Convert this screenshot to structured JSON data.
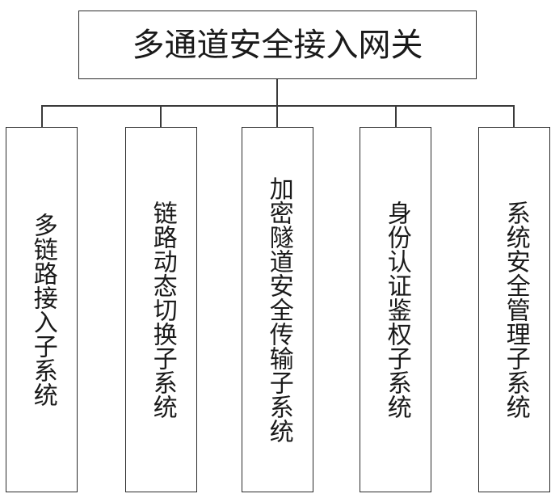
{
  "diagram": {
    "title": "多通道安全接入网关",
    "type": "hierarchy-tree",
    "root": {
      "label": "多通道安全接入网关"
    },
    "children": [
      {
        "label": "多链路接入子系统"
      },
      {
        "label": "链路动态切换子系统"
      },
      {
        "label": "加密隧道安全传输子系统"
      },
      {
        "label": "身份认证鉴权子系统"
      },
      {
        "label": "系统安全管理子系统"
      }
    ],
    "colors": {
      "background": "#ffffff",
      "box_border": "#2b2b2b",
      "connector": "#3a3a3a",
      "text": "#1a1a1a"
    }
  }
}
